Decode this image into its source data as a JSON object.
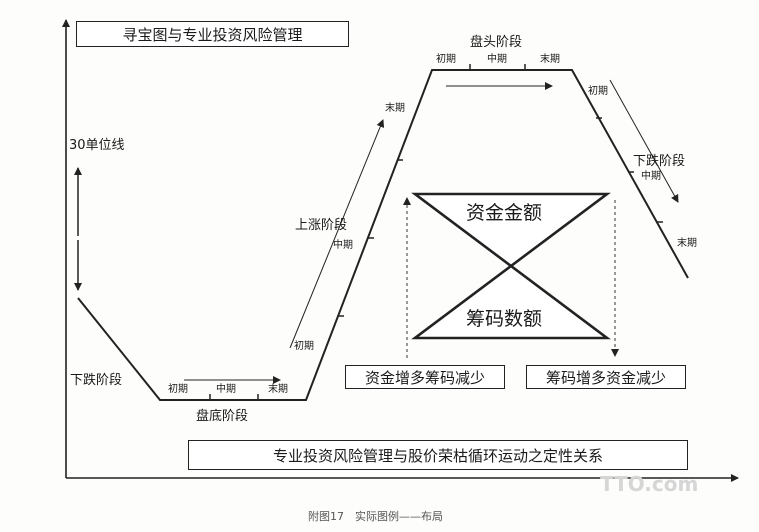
{
  "title": "寻宝图与专业投资风险管理",
  "relationship": "专业投资风险管理与股价荣枯循环运动之定性关系",
  "caption": "附图17　实际图例——布局",
  "watermark": "TTO.com",
  "labels": {
    "unit_30": "30单位线",
    "capital_amount": "资金金额",
    "chip_count": "筹码数额",
    "capital_up_chips_down": "资金增多筹码减少",
    "chips_up_capital_down": "筹码增多资金减少"
  },
  "phases": {
    "decline_left": "下跌阶段",
    "bottom": "盘底阶段",
    "rise": "上涨阶段",
    "top": "盘头阶段",
    "decline_right": "下跌阶段"
  },
  "stages": {
    "early": "初期",
    "mid": "中期",
    "late": "末期"
  }
}
